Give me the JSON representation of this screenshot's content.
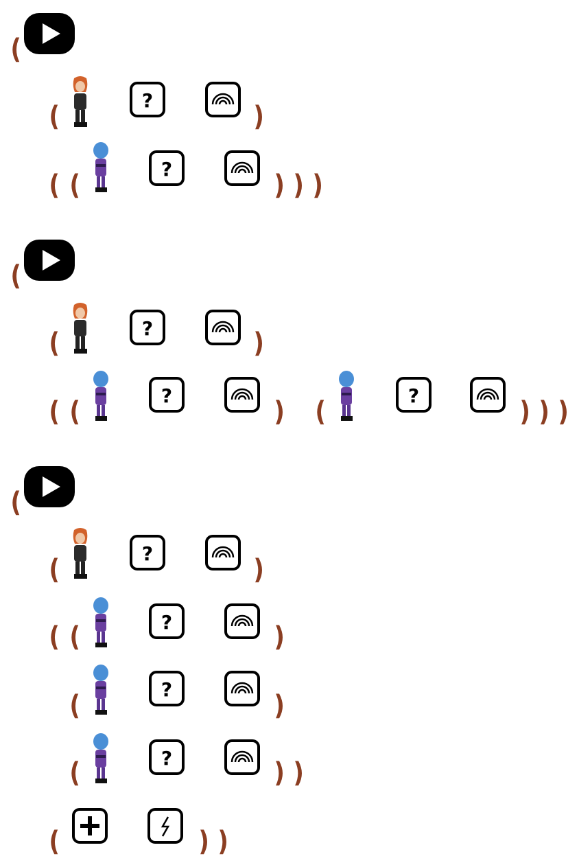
{
  "colors": {
    "paren": "#8b3e22",
    "ink": "#000000",
    "red_hair": "#d2622b",
    "blue_skin": "#4a8fd6",
    "purple_suit": "#6a3fa0"
  },
  "tokens": {
    "open": "(",
    "close": ")"
  },
  "icons": {
    "play": "play-button-icon",
    "query": "question-mark-icon",
    "rainbow": "rainbow-icon",
    "add": "plus-icon",
    "flash": "lightning-icon",
    "red": "red-haired-character-icon",
    "blue": "blue-skinned-character-icon"
  },
  "blocks": [
    {
      "rows": [
        {
          "kind": "play"
        },
        {
          "kind": "agent",
          "character": "red"
        },
        {
          "kind": "agent",
          "character": "blue"
        }
      ]
    },
    {
      "rows": [
        {
          "kind": "play"
        },
        {
          "kind": "agent",
          "character": "red"
        },
        {
          "kind": "agent-pair",
          "character": "blue"
        }
      ]
    },
    {
      "rows": [
        {
          "kind": "play"
        },
        {
          "kind": "agent",
          "character": "red"
        },
        {
          "kind": "agent",
          "character": "blue"
        },
        {
          "kind": "agent",
          "character": "blue"
        },
        {
          "kind": "agent",
          "character": "blue"
        },
        {
          "kind": "actions",
          "items": [
            "add",
            "flash"
          ]
        }
      ]
    }
  ]
}
